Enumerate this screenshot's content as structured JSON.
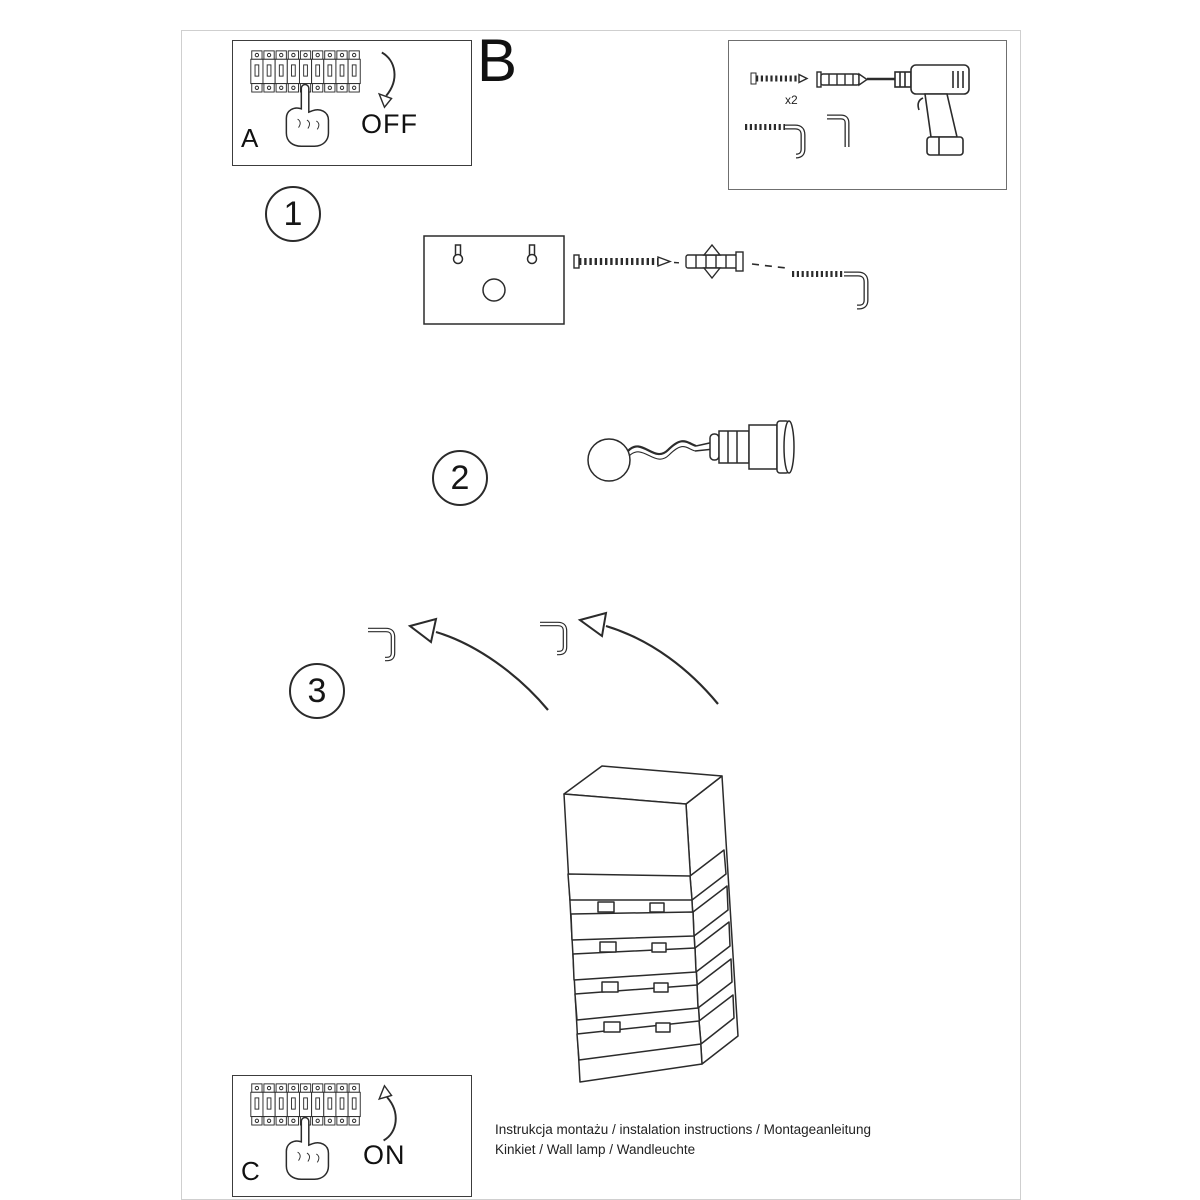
{
  "colors": {
    "line": "#2b2b2b",
    "page_border": "#cfcfcf",
    "background": "#ffffff"
  },
  "panel_a": {
    "label": "A",
    "state_label": "OFF"
  },
  "section_label_b": "B",
  "parts_box": {
    "quantity_label": "x2"
  },
  "steps": [
    {
      "number": "1"
    },
    {
      "number": "2"
    },
    {
      "number": "3"
    }
  ],
  "panel_c": {
    "label": "C",
    "state_label": "ON"
  },
  "footer": {
    "line1": "Instrukcja montażu / instalation instructions / Montageanleitung",
    "line2": "Kinkiet / Wall lamp / Wandleuchte"
  },
  "icons": {
    "breaker_panel": "circuit-breaker-panel-icon",
    "hand": "hand-press-icon",
    "arrow_down": "curved-arrow-down-icon",
    "arrow_up": "curved-arrow-up-icon",
    "screw": "screw-icon",
    "wall_plug": "wall-plug-icon",
    "hook_screw": "hook-screw-icon",
    "hook": "hook-icon",
    "drill": "drill-icon",
    "mounting_plate": "mounting-plate-icon",
    "anchor": "expansion-anchor-icon",
    "bulb_socket": "bulb-and-socket-icon",
    "curved_arrow": "curved-arrow-icon",
    "lamp": "wall-lamp-icon"
  }
}
